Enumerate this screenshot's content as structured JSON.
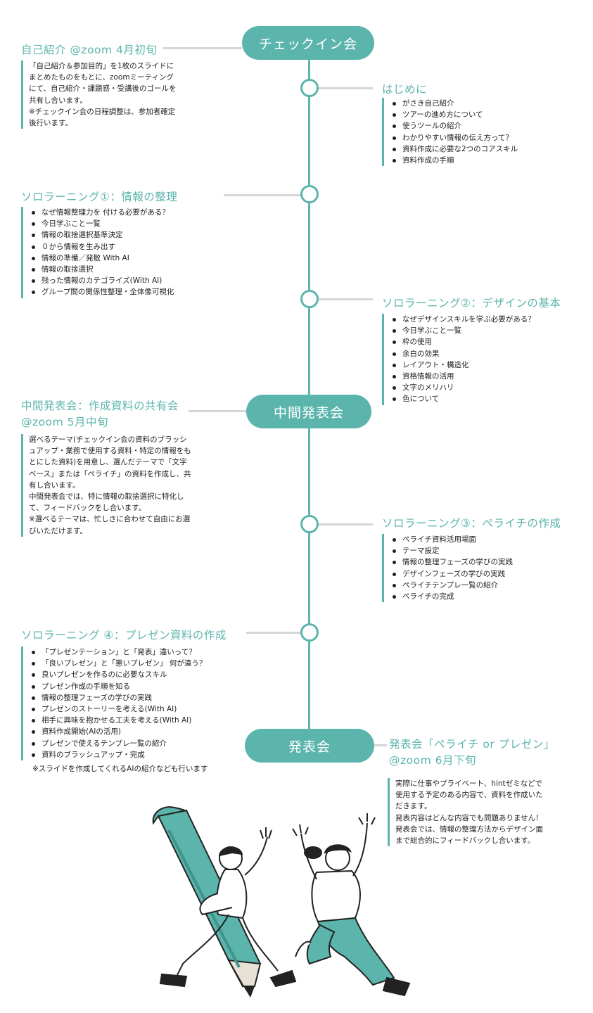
{
  "timeline": {
    "checkin_label": "チェックイン会",
    "midterm_label": "中間発表会",
    "final_label": "発表会"
  },
  "self_intro": {
    "heading": "自己紹介 @zoom 4月初旬",
    "lines": [
      "「自己紹介＆参加目的」を1枚のスライドに",
      "まとめたものをもとに、zoomミーティング",
      "にて、自己紹介・課題感・受講後のゴールを",
      "共有し合います。",
      "※チェックイン会の日程調整は、参加者確定",
      "後行います。"
    ]
  },
  "intro": {
    "heading": "はじめに",
    "items": [
      "がさき自己紹介",
      "ツアーの進め方について",
      "使うツールの紹介",
      "わかりやすい情報の伝え方って？",
      "資料作成に必要な2つのコアスキル",
      "資料作成の手順"
    ]
  },
  "solo1": {
    "heading": "ソロラーニング①：情報の整理",
    "items": [
      "なぜ情報整理力を 付ける必要がある？",
      "今日学ぶこと一覧",
      "情報の取捨選択基準決定",
      "０から情報を生み出す",
      "情報の準備／発散 With AI",
      "情報の取捨選択",
      "残った情報のカテゴライズ(With AI)",
      "グループ間の関係性整理・全体像可視化"
    ]
  },
  "solo2": {
    "heading": "ソロラーニング②：デザインの基本",
    "items": [
      "なぜデザインスキルを学ぶ必要がある？",
      "今日学ぶこと一覧",
      "枠の使用",
      "余白の効果",
      "レイアウト・構造化",
      "資格情報の活用",
      "文字のメリハリ",
      "色について"
    ]
  },
  "midterm": {
    "heading_line1": "中間発表会：作成資料の共有会",
    "heading_line2": "@zoom 5月中旬",
    "lines": [
      "選べるテーマ(チェックイン会の資料のブラッシ",
      "ュアップ・業務で使用する資料・特定の情報をも",
      "とにした資料)を用意し、選んだテーマで「文字",
      "ベース」または「ペライチ」の資料を作成し、共",
      "有し合います。",
      "中間発表会では、特に情報の取捨選択に特化し",
      "て、フィードバックをし合います。",
      "※選べるテーマは、忙しさに合わせて自由にお選",
      "びいただけます。"
    ]
  },
  "solo3": {
    "heading": "ソロラーニング③：ペライチの作成",
    "items": [
      "ペライチ資料活用場面",
      "テーマ設定",
      "情報の整理フェーズの学びの実践",
      "デザインフェーズの学びの実践",
      "ペライチテンプレ一覧の紹介",
      "ペライチの完成"
    ]
  },
  "solo4": {
    "heading": "ソロラーニング ④：プレゼン資料の作成",
    "items": [
      "「プレゼンテーション」と「発表」違いって？",
      "「良いプレゼン」と「悪いプレゼン」 何が違う？",
      "良いプレゼンを作るのに必要なスキル",
      "プレゼン作成の手順を知る",
      "情報の整理フェーズの学びの実践",
      "プレゼンのストーリーを考える(With AI)",
      "相手に興味を抱かせる工夫を考える(With AI)",
      "資料作成開始(AIの活用)",
      "プレゼンで使えるテンプレ一覧の紹介",
      "資料のブラッシュアップ・完成"
    ],
    "note": "※スライドを作成してくれるAIの紹介なども行います"
  },
  "final": {
    "heading_line1": "発表会「ペライチ or プレゼン」",
    "heading_line2": "@zoom 6月下旬",
    "lines": [
      "実際に仕事やプライベート、hintゼミなどで",
      "使用する予定のある内容で、資料を作成いた",
      "だきます。",
      "発表内容はどんな内容でも問題ありません！",
      "発表会では、情報の整理方法からデザイン面",
      "まで総合的にフィードバックし合います。"
    ]
  },
  "colors": {
    "accent": "#5bb5ac",
    "connector": "#d6d6d6",
    "text": "#222222"
  }
}
